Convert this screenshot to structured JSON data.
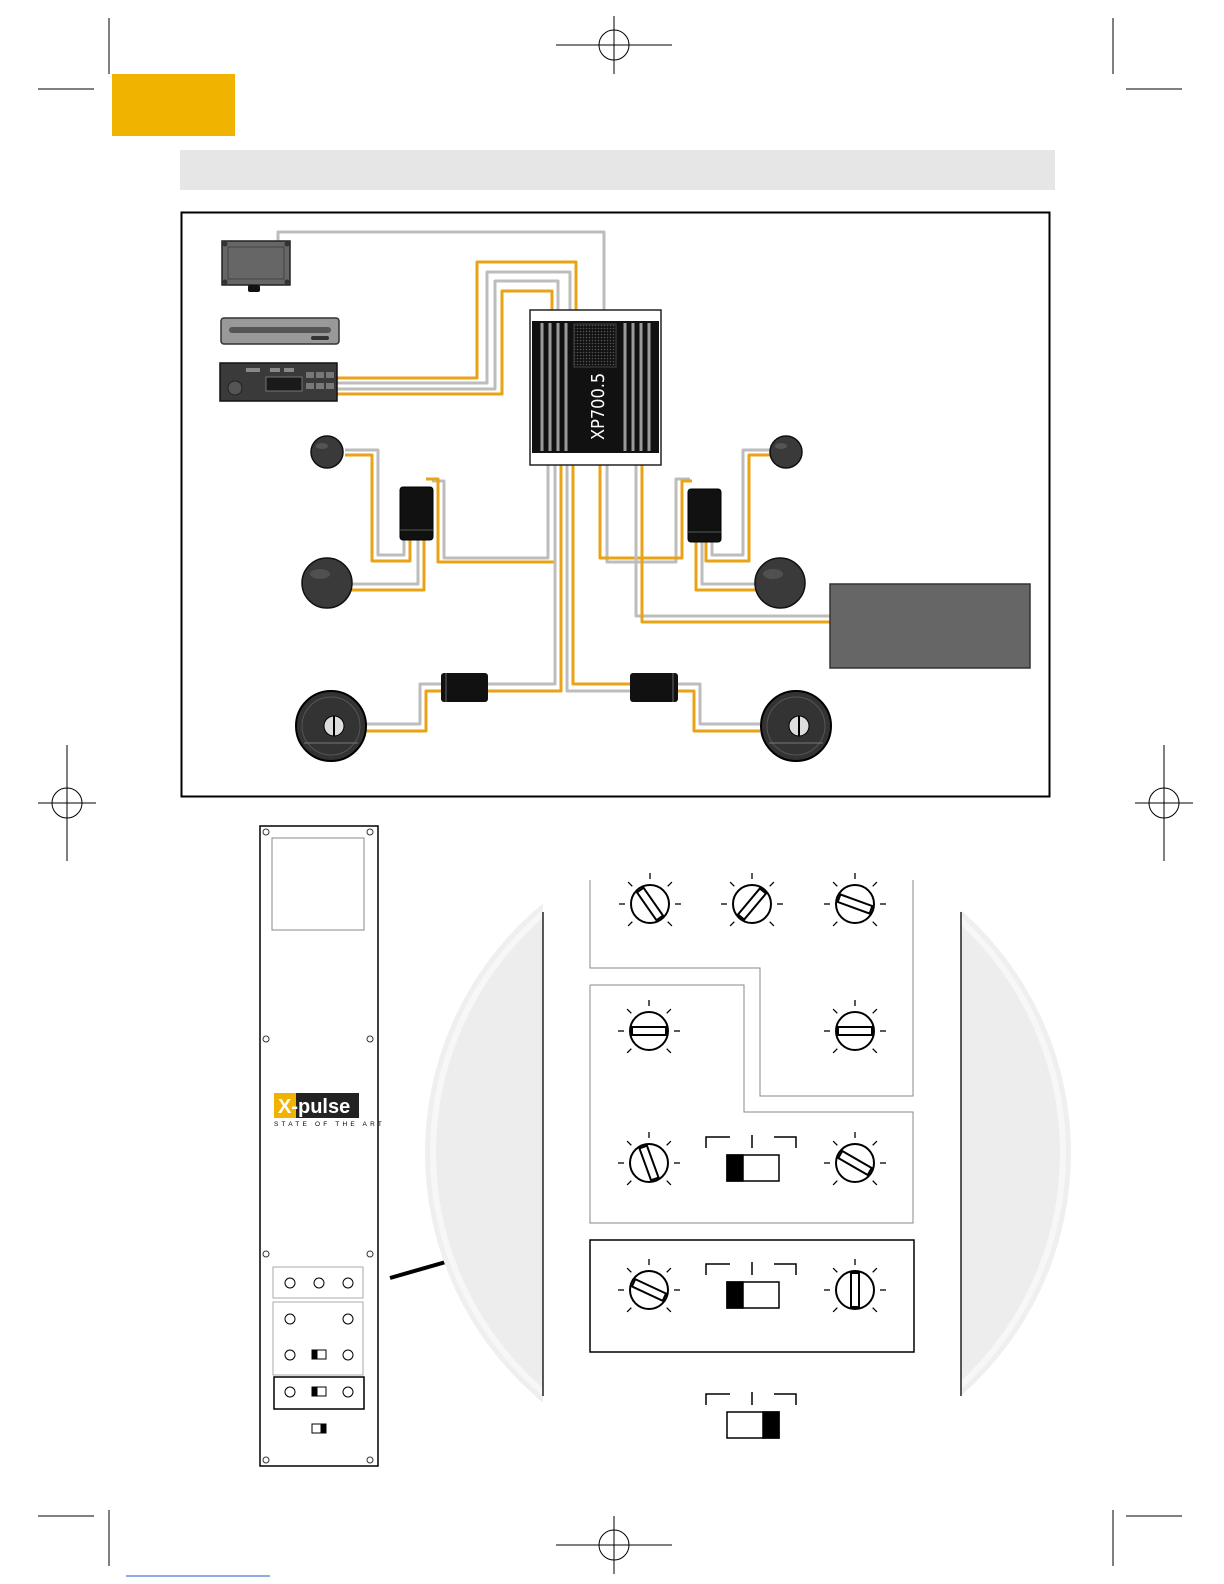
{
  "page": {
    "accent_color": "#F0B400",
    "header_bar_color": "#E6E6E6"
  },
  "diagram": {
    "amplifier_label": "XP700.5",
    "wire_colors": {
      "signal": "#E8A317",
      "ground": "#BDBDBD"
    },
    "icons": [
      "source-unit-icon",
      "cd-changer-icon",
      "car-radio-icon",
      "amplifier-icon",
      "tweeter-icon",
      "midrange-speaker-icon",
      "crossover-icon",
      "subwoofer-icon",
      "inline-filter-icon",
      "subwoofer-box-icon"
    ]
  },
  "panel": {
    "logo_main": "X-pulse",
    "logo_sub": "STATE OF THE ART",
    "icons": [
      "rotary-knob-icon",
      "slide-switch-icon",
      "arrow-icon"
    ]
  }
}
